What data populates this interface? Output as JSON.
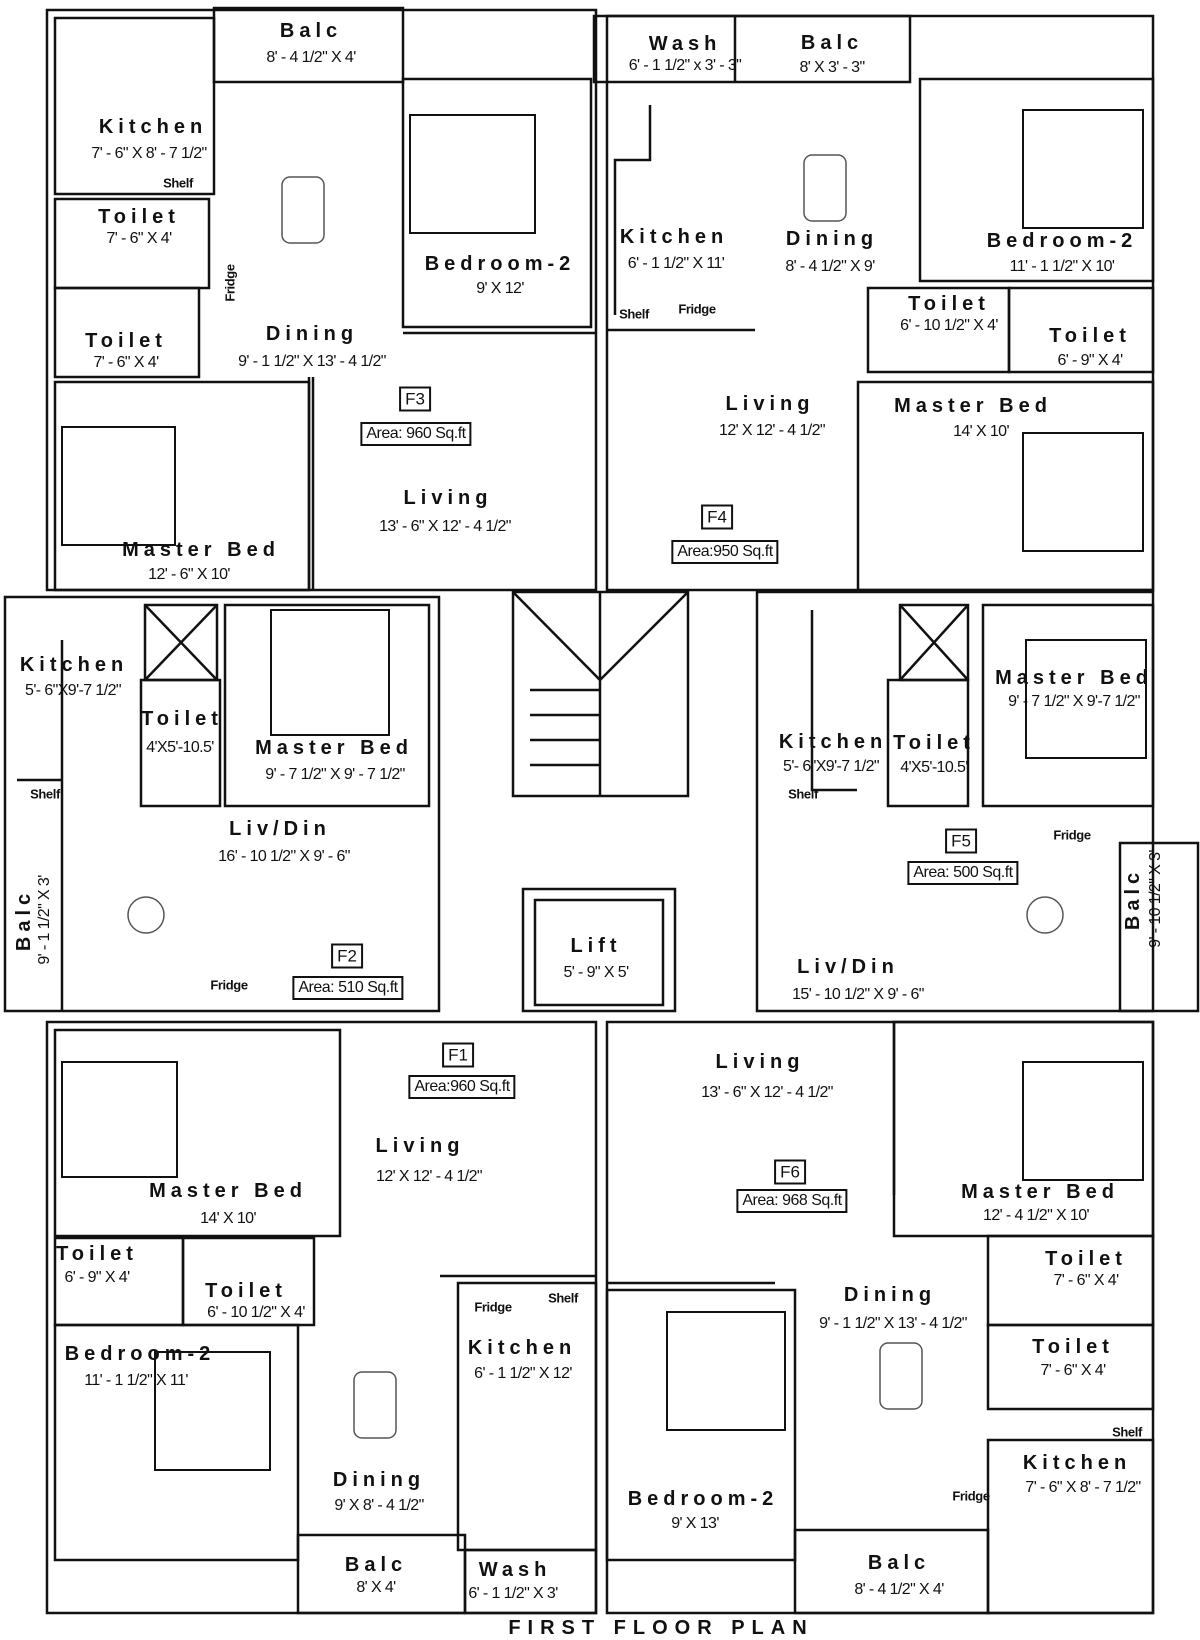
{
  "title": "FIRST FLOOR PLAN",
  "labels": {
    "shelf": "Shelf",
    "fridge": "Fridge"
  },
  "flats": {
    "f3": {
      "id": "F3",
      "area": "Area: 960 Sq.ft",
      "balc": {
        "name": "Balc",
        "dim": "8' - 4 1/2\" X 4'"
      },
      "kitchen": {
        "name": "Kitchen",
        "dim": "7' - 6\" X 8' - 7 1/2\""
      },
      "toilet1": {
        "name": "Toilet",
        "dim": "7' - 6\" X 4'"
      },
      "toilet2": {
        "name": "Toilet",
        "dim": "7' - 6\" X 4'"
      },
      "dining": {
        "name": "Dining",
        "dim": "9' - 1 1/2\" X 13' - 4 1/2\""
      },
      "bedroom2": {
        "name": "Bedroom-2",
        "dim": "9' X 12'"
      },
      "living": {
        "name": "Living",
        "dim": "13' - 6\" X 12' - 4 1/2\""
      },
      "master": {
        "name": "Master Bed",
        "dim": "12' - 6\" X 10'"
      }
    },
    "f4": {
      "id": "F4",
      "area": "Area:950 Sq.ft",
      "wash": {
        "name": "Wash",
        "dim": "6' - 1 1/2\" x 3' - 3\""
      },
      "balc": {
        "name": "Balc",
        "dim": "8' X 3' - 3\""
      },
      "kitchen": {
        "name": "Kitchen",
        "dim": "6' - 1 1/2\" X 11'"
      },
      "dining": {
        "name": "Dining",
        "dim": "8' - 4 1/2\" X 9'"
      },
      "bedroom2": {
        "name": "Bedroom-2",
        "dim": "11' - 1 1/2\" X 10'"
      },
      "toilet1": {
        "name": "Toilet",
        "dim": "6' - 10 1/2\" X 4'"
      },
      "toilet2": {
        "name": "Toilet",
        "dim": "6' - 9\" X 4'"
      },
      "living": {
        "name": "Living",
        "dim": "12' X 12' - 4 1/2\""
      },
      "master": {
        "name": "Master Bed",
        "dim": "14' X 10'"
      }
    },
    "f2": {
      "id": "F2",
      "area": "Area: 510 Sq.ft",
      "kitchen": {
        "name": "Kitchen",
        "dim": "5'- 6\"X9'-7 1/2\""
      },
      "toilet": {
        "name": "Toilet",
        "dim": "4'X5'-10.5'"
      },
      "master": {
        "name": "Master Bed",
        "dim": "9' - 7 1/2\" X 9' - 7 1/2\""
      },
      "livdin": {
        "name": "Liv/Din",
        "dim": "16' - 10 1/2\" X 9' - 6\""
      },
      "balc": {
        "name": "Balc",
        "dim": "9' - 1 1/2\" X 3'"
      }
    },
    "f5": {
      "id": "F5",
      "area": "Area: 500 Sq.ft",
      "kitchen": {
        "name": "Kitchen",
        "dim": "5'- 6\"X9'-7 1/2\""
      },
      "toilet": {
        "name": "Toilet",
        "dim": "4'X5'-10.5'"
      },
      "master": {
        "name": "Master Bed",
        "dim": "9' - 7 1/2\" X 9'-7 1/2\""
      },
      "livdin": {
        "name": "Liv/Din",
        "dim": "15' - 10 1/2\" X 9' - 6\""
      },
      "balc": {
        "name": "Balc",
        "dim": "9' - 10 1/2\" X 3'"
      }
    },
    "f1": {
      "id": "F1",
      "area": "Area:960 Sq.ft",
      "living": {
        "name": "Living",
        "dim": "12' X 12' - 4 1/2\""
      },
      "master": {
        "name": "Master Bed",
        "dim": "14' X 10'"
      },
      "toilet1": {
        "name": "Toilet",
        "dim": "6' - 9\" X 4'"
      },
      "toilet2": {
        "name": "Toilet",
        "dim": "6' - 10 1/2\" X 4'"
      },
      "kitchen": {
        "name": "Kitchen",
        "dim": "6' - 1 1/2\" X 12'"
      },
      "bedroom2": {
        "name": "Bedroom-2",
        "dim": "11' - 1 1/2\" X 11'"
      },
      "dining": {
        "name": "Dining",
        "dim": "9' X 8' - 4 1/2\""
      },
      "balc": {
        "name": "Balc",
        "dim": "8' X 4'"
      },
      "wash": {
        "name": "Wash",
        "dim": "6' - 1 1/2\" X 3'"
      }
    },
    "f6": {
      "id": "F6",
      "area": "Area: 968 Sq.ft",
      "living": {
        "name": "Living",
        "dim": "13' - 6\" X 12' - 4 1/2\""
      },
      "master": {
        "name": "Master Bed",
        "dim": "12' - 4 1/2\" X 10'"
      },
      "toilet1": {
        "name": "Toilet",
        "dim": "7' - 6\" X 4'"
      },
      "dining": {
        "name": "Dining",
        "dim": "9' - 1 1/2\" X 13' - 4 1/2\""
      },
      "toilet2": {
        "name": "Toilet",
        "dim": "7' - 6\" X 4'"
      },
      "kitchen": {
        "name": "Kitchen",
        "dim": "7' - 6\" X 8' - 7 1/2\""
      },
      "bedroom2": {
        "name": "Bedroom-2",
        "dim": "9' X 13'"
      },
      "balc": {
        "name": "Balc",
        "dim": "8' - 4 1/2\" X 4'"
      }
    }
  },
  "core": {
    "lift": {
      "name": "Lift",
      "dim": "5' - 9\" X 5'"
    }
  }
}
